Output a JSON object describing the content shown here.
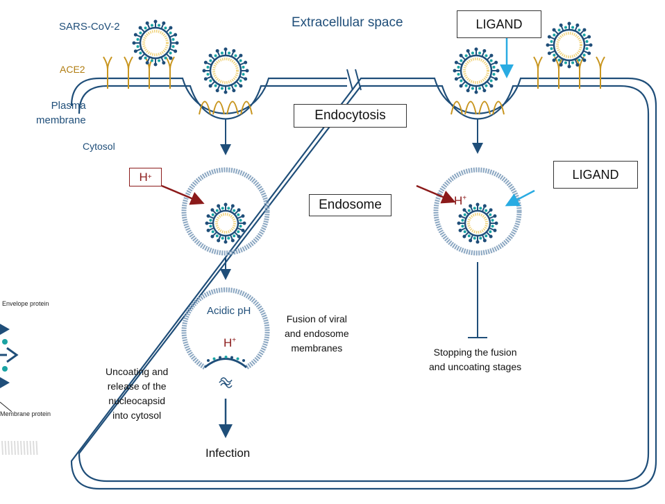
{
  "labels": {
    "virus": "SARS-CoV-2",
    "receptor": "ACE2",
    "plasma_membrane": [
      "Plasma",
      "membrane"
    ],
    "extracellular": "Extracellular space",
    "ligand_top": "LIGAND",
    "ligand_right": "LIGAND",
    "endocytosis": "Endocytosis",
    "cytosol": "Cytosol",
    "proton_box": "H",
    "proton_plus": "+",
    "endosome": "Endosome",
    "acidic": "Acidic pH",
    "proton2": "H",
    "proton3": "H",
    "fusion": [
      "Fusion of viral",
      "and endosome",
      "membranes"
    ],
    "uncoating": [
      "Uncoating and",
      "release of the",
      "nucleocapsid",
      "into cytosol"
    ],
    "infection": "Infection",
    "stopping": [
      "Stopping the fusion",
      "and uncoating stages"
    ],
    "envelope_protein": "Envelope protein",
    "membrane_protein": "Membrane protein"
  },
  "colors": {
    "membrane": "#1f4e79",
    "ace2": "#c8951e",
    "proton": "#8b1a1a",
    "ligand_arrow": "#29abe2",
    "spike_teal": "#1aa3a3"
  }
}
